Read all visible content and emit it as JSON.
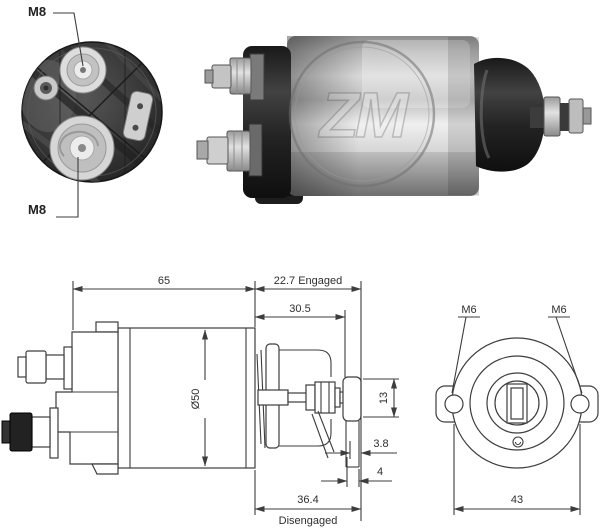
{
  "front_view": {
    "terminal_top_label": "M8",
    "terminal_bottom_label": "M8"
  },
  "photo": {
    "watermark_text": "ZM"
  },
  "side_view": {
    "dims": {
      "body_length": "65",
      "engaged": "22.7 Engaged",
      "travel": "30.5",
      "diameter": "Ø50",
      "bracket_height": "13",
      "gap": "3.8",
      "step": "4",
      "disengaged_length": "36.4",
      "disengaged_label": "Disengaged"
    }
  },
  "rear_view": {
    "mount_left_label": "M6",
    "mount_right_label": "M6",
    "mount_spacing": "43"
  },
  "colors": {
    "drawing_line": "#3d3d3d",
    "dimension_text": "#2e2e2e",
    "dark_body": "#2a2a2a"
  }
}
